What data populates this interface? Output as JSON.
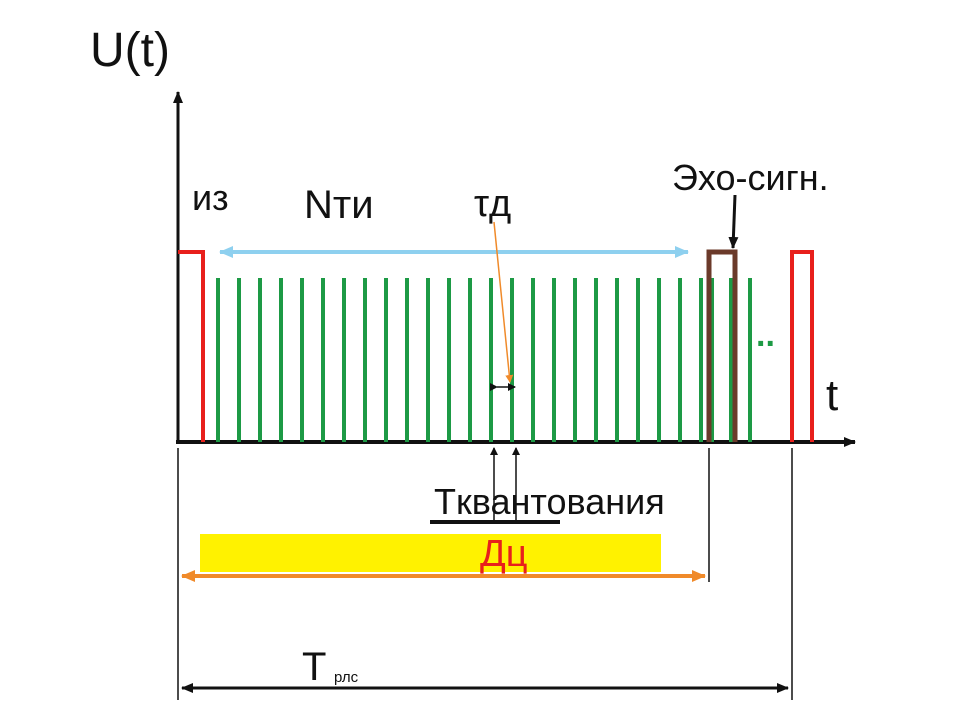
{
  "labels": {
    "y_axis": "U(t)",
    "x_axis": "t",
    "probe": "из",
    "pulse_count": "Nти",
    "pulse_width": "τд",
    "echo": "Эхо-сигн.",
    "dots": "..",
    "quantization_period": "Tквантования",
    "range_window": "Дц",
    "radar_period_main": "T",
    "radar_period_sub": "рлс"
  },
  "colors": {
    "axis": "#111111",
    "probe_pulse": "#e8201c",
    "sample_pulse": "#1d9a45",
    "echo_pulse": "#6b3a2a",
    "pulse_count_arrow": "#8ed0ef",
    "range_arrow": "#f08a2a",
    "range_window_fill": "#fff200",
    "range_window_text": "#e8201c",
    "pulse_width_pointer": "#f08a2a"
  }
}
